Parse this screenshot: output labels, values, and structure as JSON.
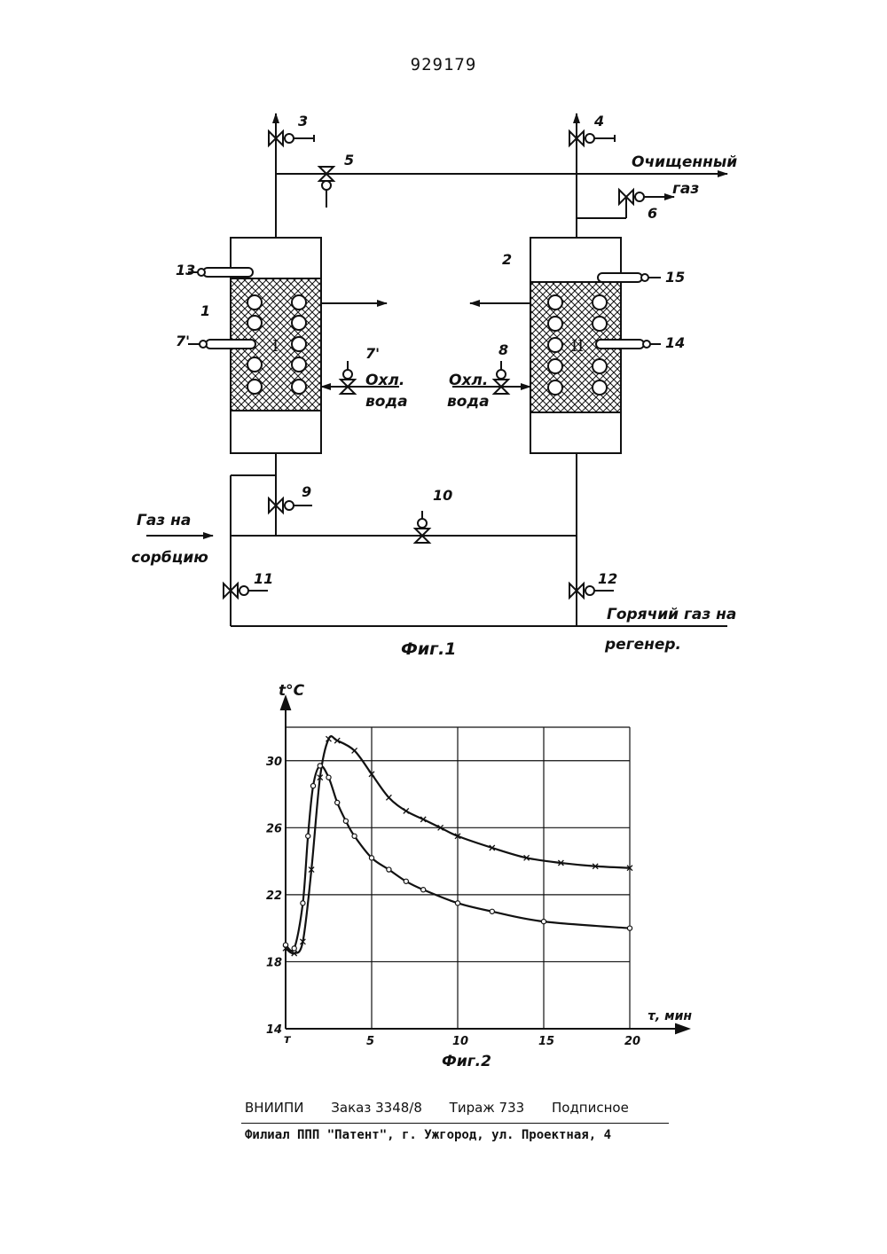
{
  "patent_number": "929179",
  "fig1": {
    "caption": "Фиг.1",
    "labels": {
      "clean_gas_1": "Очищенный",
      "clean_gas_2": "газ",
      "cooling_water_1": "Охл.",
      "cooling_water_2": "вода",
      "gas_in_1": "Газ на",
      "gas_in_2": "сорбцию",
      "hot_gas_1": "Горячий газ на",
      "hot_gas_2": "регенер."
    },
    "numbers": {
      "n1": "1",
      "n2": "2",
      "n3": "3",
      "n4": "4",
      "n5": "5",
      "n6": "6",
      "n7a": "7'",
      "n7b": "7'",
      "n8": "8",
      "n9": "9",
      "n10": "10",
      "n11": "11",
      "n12": "12",
      "n13": "13",
      "n14": "14",
      "n15": "15"
    },
    "roman_left": "I",
    "roman_right": "II"
  },
  "chart_data": {
    "type": "line",
    "title": "Фиг.2",
    "xlabel": "τ, мин",
    "ylabel": "t°C",
    "xlim": [
      0,
      20
    ],
    "ylim": [
      14,
      32
    ],
    "x_ticks": [
      "5",
      "10",
      "15",
      "20"
    ],
    "x_origin_label": "т",
    "y_ticks": [
      "14",
      "18",
      "22",
      "26",
      "30"
    ],
    "grid": true,
    "series": [
      {
        "marker": "x",
        "x": [
          0,
          0.5,
          1.0,
          1.5,
          2.0,
          2.5,
          3.0,
          4.0,
          5.0,
          6.0,
          7.0,
          8.0,
          9.0,
          10.0,
          12.0,
          14.0,
          16.0,
          18.0,
          20.0
        ],
        "y": [
          18.8,
          18.5,
          19.2,
          23.5,
          29.0,
          31.3,
          31.2,
          30.6,
          29.2,
          27.8,
          27.0,
          26.5,
          26.0,
          25.5,
          24.8,
          24.2,
          23.9,
          23.7,
          23.6
        ]
      },
      {
        "marker": "o",
        "x": [
          0,
          0.5,
          1.0,
          1.3,
          1.6,
          2.0,
          2.5,
          3.0,
          3.5,
          4.0,
          5.0,
          6.0,
          7.0,
          8.0,
          10.0,
          12.0,
          15.0,
          20.0
        ],
        "y": [
          19.0,
          18.8,
          21.5,
          25.5,
          28.5,
          29.7,
          29.0,
          27.5,
          26.4,
          25.5,
          24.2,
          23.5,
          22.8,
          22.3,
          21.5,
          21.0,
          20.4,
          20.0
        ]
      }
    ]
  },
  "footer": {
    "org": "ВНИИПИ",
    "order": "Заказ 3348/8",
    "circulation": "Тираж 733",
    "subscription": "Подписное",
    "address": "Филиал ППП \"Патент\", г. Ужгород, ул. Проектная, 4"
  }
}
